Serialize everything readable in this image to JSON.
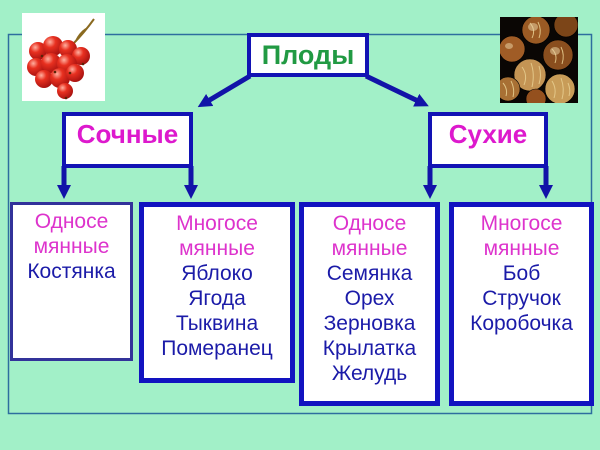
{
  "slide": {
    "title_box": {
      "label": "Плоды"
    },
    "level2": {
      "left": {
        "label": "Сочные"
      },
      "right": {
        "label": "Сухие"
      }
    },
    "boxes": [
      {
        "header_lines": [
          "Односе",
          "мянные"
        ],
        "items": [
          "Костянка"
        ]
      },
      {
        "header_lines": [
          "Многосе",
          "мянные"
        ],
        "items": [
          "Яблоко",
          "Ягода",
          "Тыквина",
          "Померанец"
        ]
      },
      {
        "header_lines": [
          "Односе",
          "мянные"
        ],
        "items": [
          "Семянка",
          "Орех",
          "Зерновка",
          "Крылатка",
          "Желудь"
        ]
      },
      {
        "header_lines": [
          "Многосе",
          "мянные"
        ],
        "items": [
          "Боб",
          "Стручок",
          "Коробочка"
        ]
      }
    ],
    "images": {
      "top_left": "red-currants-photo",
      "top_right": "hazelnuts-photo"
    },
    "colors": {
      "background": "#a2f0c8",
      "box_border_blue": "#1213c0",
      "box1_border_navy": "#32329a",
      "arrow_navy": "#1213a8",
      "outer_frame": "#2e6e9e",
      "title_green": "#219a43",
      "magenta_bold": "#dd19cd",
      "magenta_header": "#dd33cc",
      "list_navy": "#1b1ba8"
    }
  }
}
